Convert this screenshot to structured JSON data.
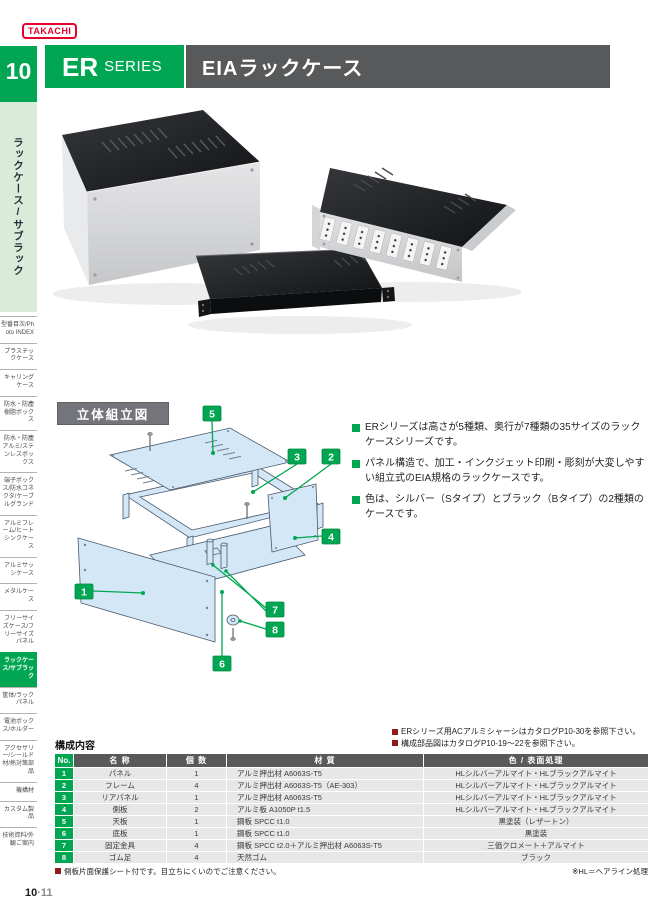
{
  "brand": {
    "logo_text": "TAKACHI"
  },
  "header": {
    "chapter_number": "10",
    "series_code": "ER",
    "series_word": "SERIES",
    "page_title": "EIAラックケース"
  },
  "sidebar": {
    "tab_label": "ラックケース/サブラック",
    "items": [
      {
        "label": "型番目次/Photo INDEX",
        "active": false
      },
      {
        "label": "プラスチックケース",
        "active": false
      },
      {
        "label": "キャリングケース",
        "active": false
      },
      {
        "label": "防水・防塵樹脂ボックス",
        "active": false
      },
      {
        "label": "防水・防塵アルミ/ステンレスボックス",
        "active": false
      },
      {
        "label": "端子ボックス/防水コネクタ/ケーブルグランド",
        "active": false
      },
      {
        "label": "アルミフレーム/ヒートシンクケース",
        "active": false
      },
      {
        "label": "アルミサッシケース",
        "active": false
      },
      {
        "label": "メタルケース",
        "active": false
      },
      {
        "label": "フリーサイズケース/フリーサイズパネル",
        "active": false
      },
      {
        "label": "ラックケース/サブラック",
        "active": true
      },
      {
        "label": "筐体/ラックパネル",
        "active": false
      },
      {
        "label": "電池ボックス/ホルダー",
        "active": false
      },
      {
        "label": "アクセサリー/シールド材/熱対策部品",
        "active": false
      },
      {
        "label": "機構材",
        "active": false
      },
      {
        "label": "カスタム製品",
        "active": false
      },
      {
        "label": "技術資料/外観ご案内",
        "active": false
      }
    ],
    "page_no_bold": "10",
    "page_no_light": "·11"
  },
  "diagram": {
    "section_title": "立体組立図",
    "callouts": [
      "1",
      "2",
      "3",
      "4",
      "5",
      "6",
      "7",
      "8"
    ]
  },
  "features": [
    "ERシリーズは高さが5種類、奥行が7種類の35サイズのラックケースシリーズです。",
    "パネル構造で、加工・インクジェット印刷・彫刻が大変しやすい組立式のEIA規格のラックケースです。",
    "色は、シルバー（Sタイプ）とブラック（Bタイプ）の2種類のケースです。"
  ],
  "reference_notes": [
    "ERシリーズ用ACアルミシャーシはカタログP10-30を参照下さい。",
    "構成部品図はカタログP10-19～22を参照下さい。"
  ],
  "parts_table": {
    "caption": "構成内容",
    "headers": {
      "no": "No.",
      "name": "名 称",
      "qty": "個 数",
      "material": "材 質",
      "finish": "色 / 表面処理"
    },
    "rows": [
      {
        "no": "1",
        "name": "パネル",
        "qty": "1",
        "material": "アルミ押出材 A6063S-T5",
        "finish": "HLシルバーアルマイト・HLブラックアルマイト"
      },
      {
        "no": "2",
        "name": "フレーム",
        "qty": "4",
        "material": "アルミ押出材 A6063S-T5（AE-303）",
        "finish": "HLシルバーアルマイト・HLブラックアルマイト"
      },
      {
        "no": "3",
        "name": "リアパネル",
        "qty": "1",
        "material": "アルミ押出材 A6063S-T5",
        "finish": "HLシルバーアルマイト・HLブラックアルマイト"
      },
      {
        "no": "4",
        "name": "側板",
        "qty": "2",
        "material": "アルミ板 A1050P t1.5",
        "finish": "HLシルバーアルマイト・HLブラックアルマイト"
      },
      {
        "no": "5",
        "name": "天板",
        "qty": "1",
        "material": "鋼板 SPCC t1.0",
        "finish": "黒塗装（レザートン）"
      },
      {
        "no": "6",
        "name": "底板",
        "qty": "1",
        "material": "鋼板 SPCC t1.0",
        "finish": "黒塗装"
      },
      {
        "no": "7",
        "name": "固定金具",
        "qty": "4",
        "material": "鋼板 SPCC t2.0＋アルミ押出材 A6063S-T5",
        "finish": "三価クロメート＋アルマイト"
      },
      {
        "no": "8",
        "name": "ゴム足",
        "qty": "4",
        "material": "天然ゴム",
        "finish": "ブラック"
      }
    ]
  },
  "footnotes": {
    "left": "側板片面保護シート付です。目立ちにくいのでご注意ください。",
    "right": "※HL＝ヘアライン処理"
  },
  "colors": {
    "brand_green": "#00a651",
    "header_gray": "#58595b",
    "note_red": "#8e1b1e",
    "diagram_blue": "#d3e7f6",
    "takachi_red": "#e5002d"
  }
}
